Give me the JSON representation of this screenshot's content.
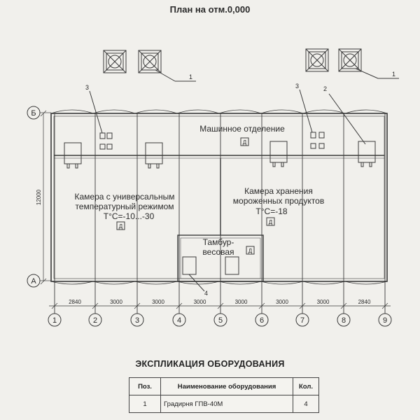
{
  "header": {
    "title": "План на отм.0,000"
  },
  "plan": {
    "rooms": {
      "machine_room": "Машинное отделение",
      "universal_chamber": [
        "Камера с универсальным",
        "температурный режимом",
        "T°C=-10...-30"
      ],
      "frozen_storage": [
        "Камера  хранения",
        "мороженных продуктов",
        "T°C=-18"
      ],
      "vestibule": [
        "Тамбур-",
        "весовая"
      ]
    },
    "door_mark": "Д",
    "row_axes": [
      "Б",
      "А"
    ],
    "column_axes": [
      "1",
      "2",
      "3",
      "4",
      "5",
      "6",
      "7",
      "8",
      "9"
    ],
    "spans": [
      "2840",
      "3000",
      "3000",
      "3000",
      "3000",
      "3000",
      "3000",
      "2840"
    ],
    "height_dim": "12000",
    "leaders": {
      "cooling_tower_left": "1",
      "cooling_tower_right": "1",
      "unit_left": "3",
      "unit_right": "3",
      "unit_2": "2",
      "unit_4": "4"
    }
  },
  "specification": {
    "title": "ЭКСПЛИКАЦИЯ ОБОРУДОВАНИЯ",
    "columns": [
      "Поз.",
      "Наименование оборудования",
      "Кол."
    ],
    "rows": [
      {
        "pos": "1",
        "name": "Градирня ГПВ-40М",
        "qty": "4"
      }
    ]
  }
}
